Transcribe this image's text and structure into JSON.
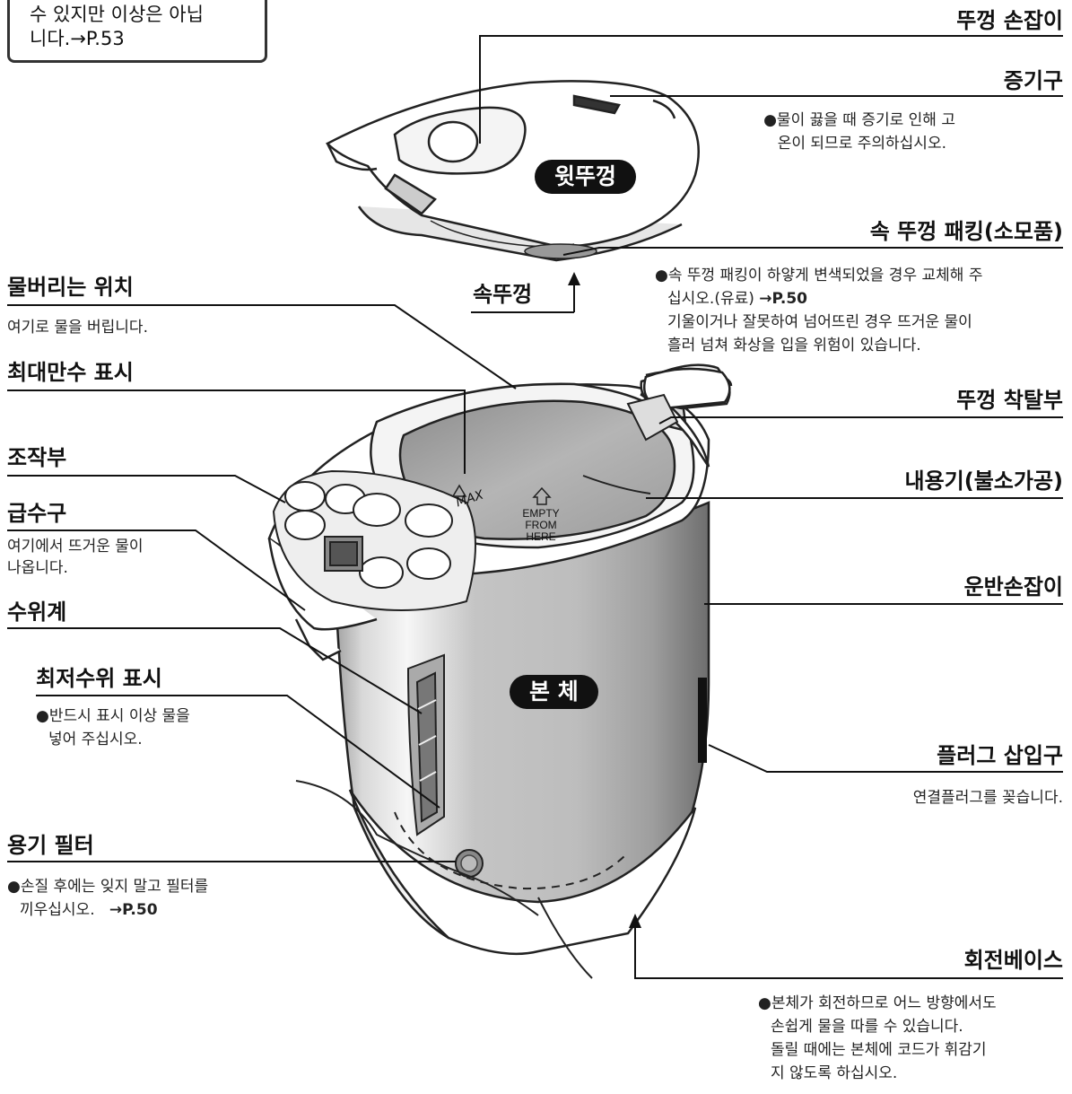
{
  "note": {
    "lines": [
      "수 있지만 이상은 아닙",
      "니다.→P.53"
    ]
  },
  "badges": {
    "top_lid": "윗뚜껑",
    "body": "본 체"
  },
  "marks": {
    "max": "MAX",
    "empty1": "EMPTY",
    "empty2": "FROM",
    "empty3": "HERE"
  },
  "labels": {
    "lid_handle": "뚜껑 손잡이",
    "steam_vent": "증기구",
    "steam_desc": [
      "●물이 끓을 때 증기로 인해 고",
      "온이 되므로 주의하십시오."
    ],
    "inner_lid_packing": "속 뚜껑 패킹(소모품)",
    "inner_lid_packing_desc": [
      "●속 뚜껑 패킹이 하얗게 변색되었을 경우 교체해 주",
      "십시오.(유료)",
      "→P.50",
      "기울이거나 잘못하여 넘어뜨린 경우 뜨거운 물이",
      "흘러 넘쳐 화상을 입을 위험이 있습니다."
    ],
    "inner_lid": "속뚜껑",
    "drain_position": "물버리는 위치",
    "drain_desc": "여기로 물을 버립니다.",
    "max_mark": "최대만수 표시",
    "lid_attach": "뚜껑 착탈부",
    "control_panel": "조작부",
    "inner_container": "내용기(불소가공)",
    "spout": "급수구",
    "spout_desc": [
      "여기에서 뜨거운 물이",
      "나옵니다."
    ],
    "carry_handle": "운반손잡이",
    "water_gauge": "수위계",
    "min_level": "최저수위 표시",
    "min_level_desc": [
      "●반드시 표시 이상 물을",
      "넣어 주십시오."
    ],
    "plug_inlet": "플러그 삽입구",
    "plug_desc": "연결플러그를 꽂습니다.",
    "filter": "용기 필터",
    "filter_desc": [
      "●손질 후에는 잊지 말고 필터를",
      "끼우십시오.",
      "→P.50"
    ],
    "rotating_base": "회전베이스",
    "rotating_desc": [
      "●본체가 회전하므로 어느 방향에서도",
      "손쉽게 물을 따를 수 있습니다.",
      "돌릴 때에는 본체에 코드가 휘감기",
      "지 않도록 하십시오."
    ]
  }
}
